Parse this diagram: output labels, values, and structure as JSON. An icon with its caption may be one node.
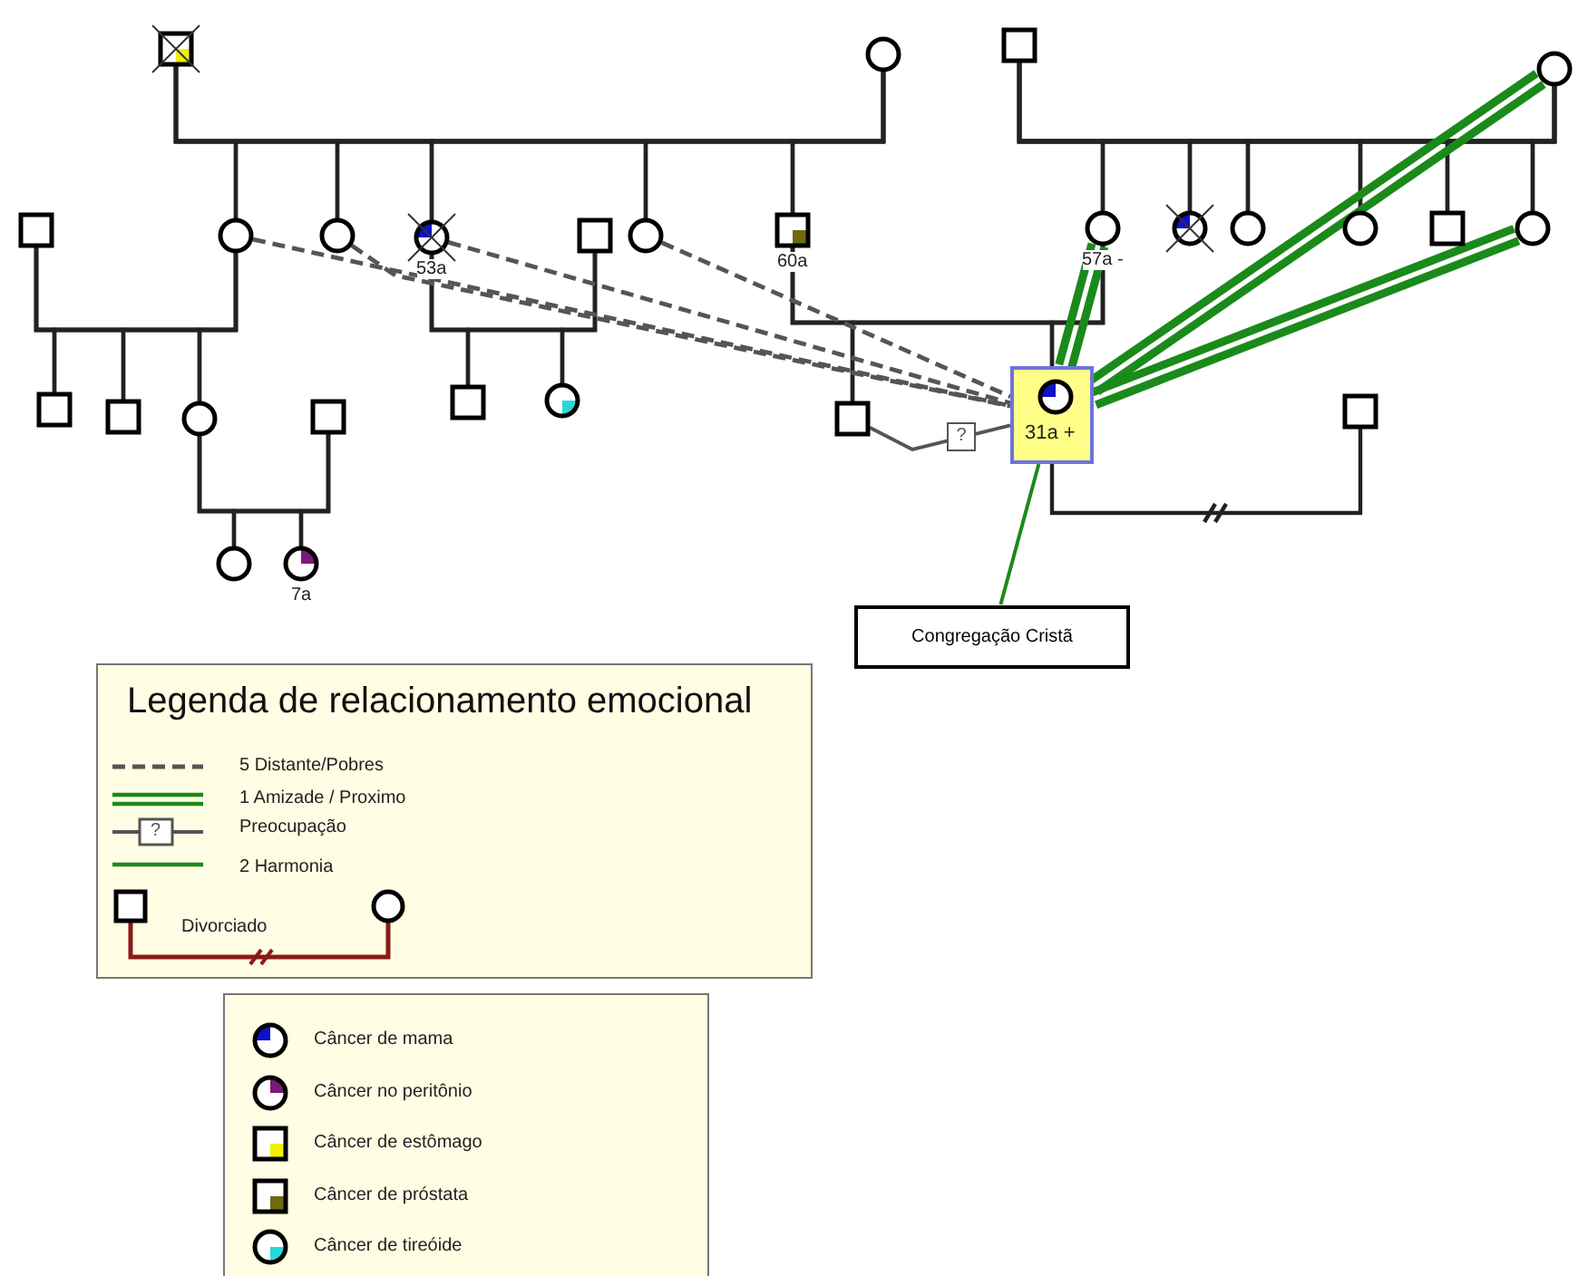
{
  "diagram": {
    "nodes": [
      {
        "text": [],
        "shape": "box"
      },
      {
        "text": [],
        "shape": "circle"
      },
      {
        "text": [],
        "shape": "box"
      },
      {
        "text": [],
        "shape": "circle"
      },
      {
        "text": [],
        "shape": "box"
      },
      {
        "text": [],
        "shape": "circle"
      },
      {
        "text": [],
        "shape": "circle"
      },
      {
        "text": [],
        "shape": "circle",
        "beside": [
          "53a"
        ]
      },
      {
        "text": [],
        "shape": "box"
      },
      {
        "text": [],
        "shape": "circle"
      },
      {
        "text": [],
        "shape": "box",
        "beside": [
          "60a"
        ]
      },
      {
        "text": [],
        "shape": "circle",
        "beside": [
          "57a -"
        ]
      },
      {
        "text": [],
        "shape": "circle"
      },
      {
        "text": [],
        "shape": "circle"
      },
      {
        "text": [],
        "shape": "circle"
      },
      {
        "text": [],
        "shape": "box"
      },
      {
        "text": [],
        "shape": "circle"
      },
      {
        "text": [],
        "shape": "box"
      },
      {
        "text": [],
        "shape": "box"
      },
      {
        "text": [],
        "shape": "circle"
      },
      {
        "text": [],
        "shape": "box"
      },
      {
        "text": [],
        "shape": "box"
      },
      {
        "text": [],
        "shape": "circle"
      },
      {
        "text": [],
        "shape": "box"
      },
      {
        "text": [
          "31a +"
        ]
      },
      {
        "text": [],
        "shape": "box"
      },
      {
        "text": [],
        "shape": "circle"
      },
      {
        "text": [],
        "shape": "circle",
        "beside": [
          "7a"
        ]
      },
      {
        "text": [
          "Congregação Cristã"
        ]
      }
    ],
    "edges": [
      {
        "from": 0,
        "to": 1,
        "arrow": "none"
      },
      {
        "from": 0,
        "to": 5,
        "arrow": "none"
      },
      {
        "from": 1,
        "to": 5,
        "arrow": "none"
      },
      {
        "from": 0,
        "to": 6,
        "arrow": "none"
      },
      {
        "from": 1,
        "to": 6,
        "arrow": "none"
      },
      {
        "from": 0,
        "to": 7,
        "arrow": "none"
      },
      {
        "from": 1,
        "to": 7,
        "arrow": "none"
      },
      {
        "from": 0,
        "to": 9,
        "arrow": "none"
      },
      {
        "from": 1,
        "to": 9,
        "arrow": "none"
      },
      {
        "from": 0,
        "to": 10,
        "arrow": "none"
      },
      {
        "from": 1,
        "to": 10,
        "arrow": "none"
      },
      {
        "from": 2,
        "to": 3,
        "arrow": "none"
      },
      {
        "from": 2,
        "to": 11,
        "arrow": "none"
      },
      {
        "from": 3,
        "to": 11,
        "arrow": "none"
      },
      {
        "from": 2,
        "to": 12,
        "arrow": "none"
      },
      {
        "from": 3,
        "to": 12,
        "arrow": "none"
      },
      {
        "from": 2,
        "to": 13,
        "arrow": "none"
      },
      {
        "from": 3,
        "to": 13,
        "arrow": "none"
      },
      {
        "from": 2,
        "to": 14,
        "arrow": "none"
      },
      {
        "from": 3,
        "to": 14,
        "arrow": "none"
      },
      {
        "from": 2,
        "to": 15,
        "arrow": "none"
      },
      {
        "from": 3,
        "to": 15,
        "arrow": "none"
      },
      {
        "from": 2,
        "to": 16,
        "arrow": "none"
      },
      {
        "from": 3,
        "to": 16,
        "arrow": "none"
      },
      {
        "from": 4,
        "to": 5,
        "arrow": "none"
      },
      {
        "from": 4,
        "to": 17,
        "arrow": "none"
      },
      {
        "from": 5,
        "to": 17,
        "arrow": "none"
      },
      {
        "from": 4,
        "to": 18,
        "arrow": "none"
      },
      {
        "from": 5,
        "to": 18,
        "arrow": "none"
      },
      {
        "from": 4,
        "to": 19,
        "arrow": "none"
      },
      {
        "from": 5,
        "to": 19,
        "arrow": "none"
      },
      {
        "from": 7,
        "to": 8,
        "arrow": "none"
      },
      {
        "from": 7,
        "to": 21,
        "arrow": "none"
      },
      {
        "from": 8,
        "to": 21,
        "arrow": "none"
      },
      {
        "from": 7,
        "to": 22,
        "arrow": "none"
      },
      {
        "from": 8,
        "to": 22,
        "arrow": "none"
      },
      {
        "from": 19,
        "to": 20,
        "arrow": "none"
      },
      {
        "from": 19,
        "to": 26,
        "arrow": "none"
      },
      {
        "from": 20,
        "to": 26,
        "arrow": "none"
      },
      {
        "from": 19,
        "to": 27,
        "arrow": "none"
      },
      {
        "from": 20,
        "to": 27,
        "arrow": "none"
      },
      {
        "from": 10,
        "to": 11,
        "arrow": "none"
      },
      {
        "from": 10,
        "to": 23,
        "arrow": "none"
      },
      {
        "from": 11,
        "to": 23,
        "arrow": "none"
      },
      {
        "from": 10,
        "to": 24,
        "arrow": "none"
      },
      {
        "from": 11,
        "to": 24,
        "arrow": "none"
      },
      {
        "from": 24,
        "to": 25,
        "arrow": "none"
      },
      {
        "from": 5,
        "to": 24,
        "arrow": "none",
        "style": "dashed",
        "color": "#555555"
      },
      {
        "from": 6,
        "to": 24,
        "arrow": "none",
        "style": "dashed",
        "color": "#555555"
      },
      {
        "from": 7,
        "to": 24,
        "arrow": "none",
        "style": "dashed",
        "color": "#555555"
      },
      {
        "from": 9,
        "to": 24,
        "arrow": "none",
        "style": "dashed",
        "color": "#555555"
      },
      {
        "from": 11,
        "to": 24,
        "arrow": "none",
        "style": "thick",
        "color": "#1a8a1a"
      },
      {
        "from": 3,
        "to": 24,
        "arrow": "none",
        "style": "thick",
        "color": "#1a8a1a"
      },
      {
        "from": 16,
        "to": 24,
        "arrow": "none",
        "style": "thick",
        "color": "#1a8a1a"
      },
      {
        "from": 23,
        "to": 24,
        "arrow": "none",
        "label": "?",
        "color": "#555555"
      },
      {
        "from": 24,
        "to": 28,
        "arrow": "none",
        "color": "#1a8a1a"
      }
    ],
    "labels": [
      "Legenda de relacionamento emocional",
      "?"
    ],
    "legend": [
      {
        "text": "5 Distante/Pobres"
      },
      {
        "text": "1 Amizade / Proximo"
      },
      {
        "text": "Preocupação"
      },
      {
        "text": "2 Harmonia"
      },
      {
        "text": "Divorciado"
      },
      {
        "text": "Câncer de mama"
      },
      {
        "text": "Câncer no peritônio"
      },
      {
        "text": "Câncer de estômago"
      },
      {
        "text": "Câncer de próstata"
      },
      {
        "text": "Câncer de tireóide"
      }
    ]
  }
}
